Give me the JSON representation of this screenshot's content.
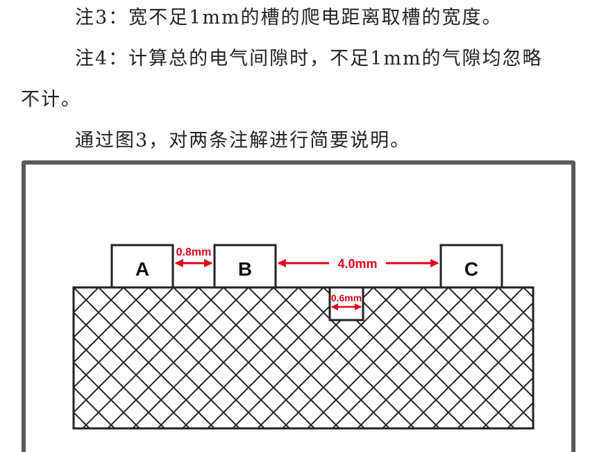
{
  "notes": [
    "注3：宽不足1mm的槽的爬电距离取槽的宽度。",
    "注4：计算总的电气间隙时，不足1mm的气隙均忽略",
    "不计。",
    "通过图3，对两条注解进行简要说明。"
  ],
  "figure": {
    "parts": [
      "A",
      "B",
      "C"
    ],
    "dimensions": {
      "ab_gap": "0.8mm",
      "bc_gap": "4.0mm",
      "groove_width": "0.6mm"
    },
    "colors": {
      "dimension": "#e2001a",
      "outline": "#222222",
      "frame": "#5a5a5a"
    }
  }
}
